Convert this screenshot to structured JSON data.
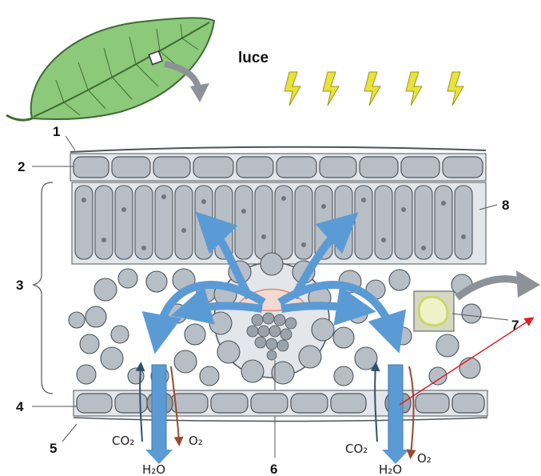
{
  "light_label": "luce",
  "callouts": [
    "1",
    "2",
    "3",
    "4",
    "5",
    "6",
    "7",
    "8"
  ],
  "gases": {
    "co2": "CO₂",
    "o2": "O₂",
    "h2o": "H₂O"
  },
  "colors": {
    "leaf": "#8cc97a",
    "leaf_vein": "#3f6b33",
    "lightning": "#e8e23a",
    "cell_fill": "#b7bec6",
    "cell_outline": "#4d545b",
    "tissue_bg": "#e3e6ea",
    "water_arrow": "#5b9bd5",
    "o2_arrow": "#9a4a2e",
    "co2_arrow": "#2f4f6f",
    "xylem": "#d98a7a",
    "chloroplast_highlight": "#c7d96a",
    "pointer": "#e0202a",
    "grey_arrow": "#8d9298"
  }
}
